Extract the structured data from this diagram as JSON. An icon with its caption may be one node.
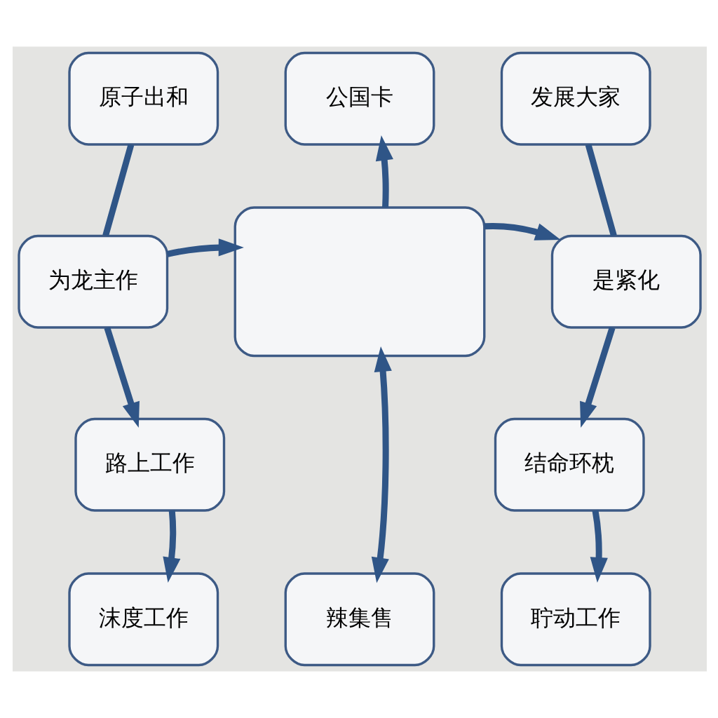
{
  "diagram": {
    "nodes": [
      {
        "text": [
          "原子出和"
        ]
      },
      {
        "text": [
          "公国卡"
        ]
      },
      {
        "text": [
          "发展大家"
        ]
      },
      {
        "text": [
          "为龙主作"
        ]
      },
      {
        "text": [],
        "shape": "box"
      },
      {
        "text": [
          "是紧化"
        ]
      },
      {
        "text": [
          "路上工作"
        ]
      },
      {
        "text": [
          "结命环枕"
        ]
      },
      {
        "text": [
          "沫度工作"
        ]
      },
      {
        "text": [
          "辣集售"
        ]
      },
      {
        "text": [
          "聍动工作"
        ]
      }
    ],
    "edges": [
      {
        "from": 0,
        "to": 3,
        "arrow": "none"
      },
      {
        "from": 4,
        "to": 1,
        "arrow": "to"
      },
      {
        "from": 2,
        "to": 5,
        "arrow": "none"
      },
      {
        "from": 3,
        "to": 4,
        "arrow": "to"
      },
      {
        "from": 4,
        "to": 5,
        "arrow": "to"
      },
      {
        "from": 3,
        "to": 6,
        "arrow": "to"
      },
      {
        "from": 5,
        "to": 7,
        "arrow": "to"
      },
      {
        "from": 4,
        "to": 9,
        "arrow": "both"
      },
      {
        "from": 6,
        "to": 8,
        "arrow": "to"
      },
      {
        "from": 7,
        "to": 10,
        "arrow": "to"
      }
    ]
  }
}
